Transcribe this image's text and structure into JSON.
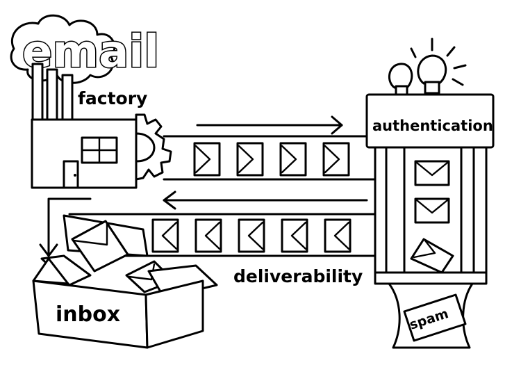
{
  "labels": {
    "logo": "email",
    "factory": "factory",
    "authentication": "authentication",
    "deliverability": "deliverability",
    "inbox": "inbox",
    "spam": "spam"
  },
  "colors": {
    "ink": "#000000",
    "paper": "#ffffff"
  }
}
